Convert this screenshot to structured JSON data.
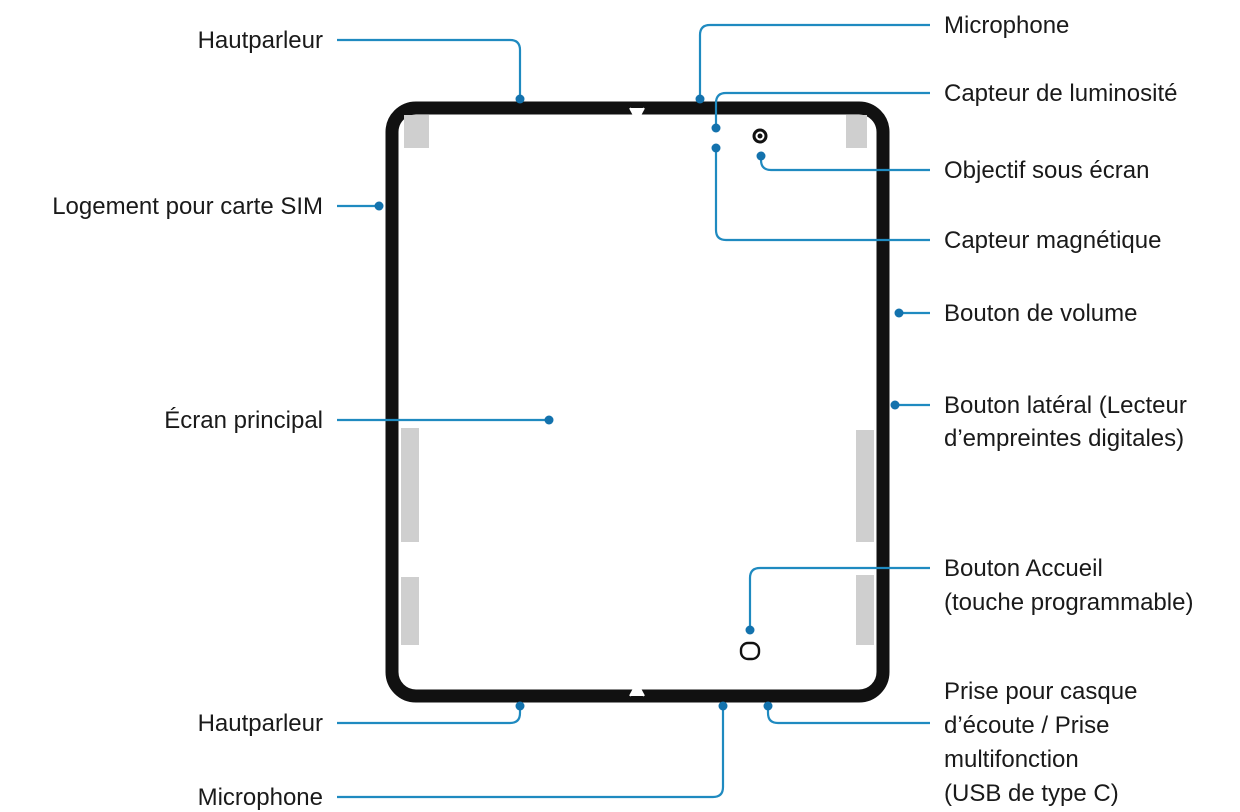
{
  "colors": {
    "leader": "#1f8ac0",
    "dot": "#1372ad",
    "device_outline": "#111111",
    "hinge_pad": "#cfcfcf"
  },
  "labels": {
    "speaker_top": "Hautparleur",
    "sim_tray": "Logement pour carte SIM",
    "main_screen": "Écran principal",
    "speaker_bottom": "Hautparleur",
    "microphone_bottom": "Microphone",
    "microphone_top": "Microphone",
    "light_sensor": "Capteur de luminosité",
    "under_display_camera": "Objectif sous écran",
    "magnetic_sensor": "Capteur magnétique",
    "volume_button": "Bouton de volume",
    "side_button": [
      "Bouton latéral (Lecteur",
      "d’empreintes digitales)"
    ],
    "home_button": [
      "Bouton Accueil",
      "(touche programmable)"
    ],
    "usb_port": [
      "Prise pour casque",
      "d’écoute / Prise",
      "multifonction",
      "(USB de type C)"
    ]
  },
  "icons": {
    "camera": "camera-icon",
    "home": "home-button-icon"
  }
}
